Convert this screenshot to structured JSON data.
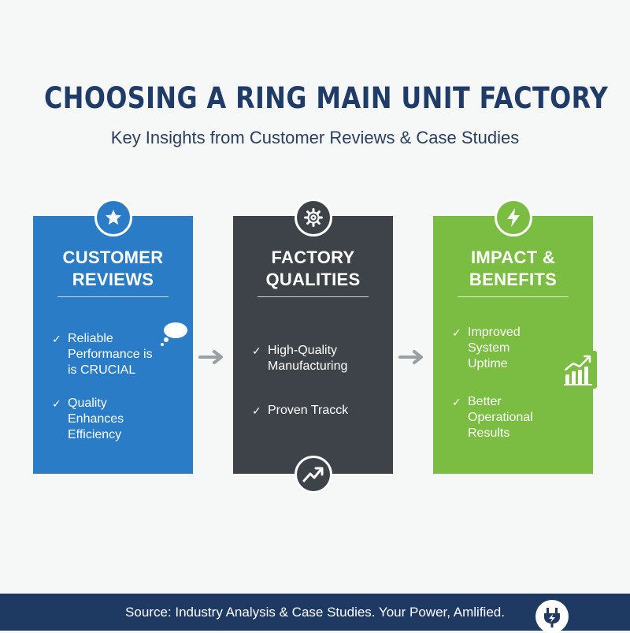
{
  "header": {
    "title": "CHOOSING A RING MAIN UNIT FACTORY",
    "subtitle": "Key Insights from Customer Reviews & Case Studies"
  },
  "cards": [
    {
      "title_line1": "CUSTOMER",
      "title_line2": "REVIEWS",
      "icon": "star-icon",
      "color": "#2b7cc6",
      "items": [
        {
          "lines": [
            "Reliable",
            "Performance is",
            "is CRUCIAL"
          ]
        },
        {
          "lines": [
            "Quality",
            "Enhances",
            "Efficiency"
          ]
        }
      ]
    },
    {
      "title_line1": "FACTORY",
      "title_line2": "QUALITIES",
      "icon": "gear-icon",
      "bottom_icon": "trend-up-icon",
      "color": "#3d4349",
      "items": [
        {
          "lines": [
            "High-Quality",
            "Manufacturing"
          ]
        },
        {
          "lines": [
            "Proven Tracck"
          ]
        }
      ]
    },
    {
      "title_line1": "IMPACT &",
      "title_line2": "BENEFITS",
      "icon": "lightning-icon",
      "side_icon": "bar-chart-growth-icon",
      "color": "#7bbd42",
      "items": [
        {
          "lines": [
            "Improved",
            "System",
            "Uptime"
          ]
        },
        {
          "lines": [
            "Better",
            "Operational",
            "Results"
          ]
        }
      ]
    }
  ],
  "footer": {
    "text": "Source: Industry Analysis & Case Studies. Your Power, Amlified.",
    "icon": "power-plug-icon",
    "color": "#1e3a63"
  }
}
